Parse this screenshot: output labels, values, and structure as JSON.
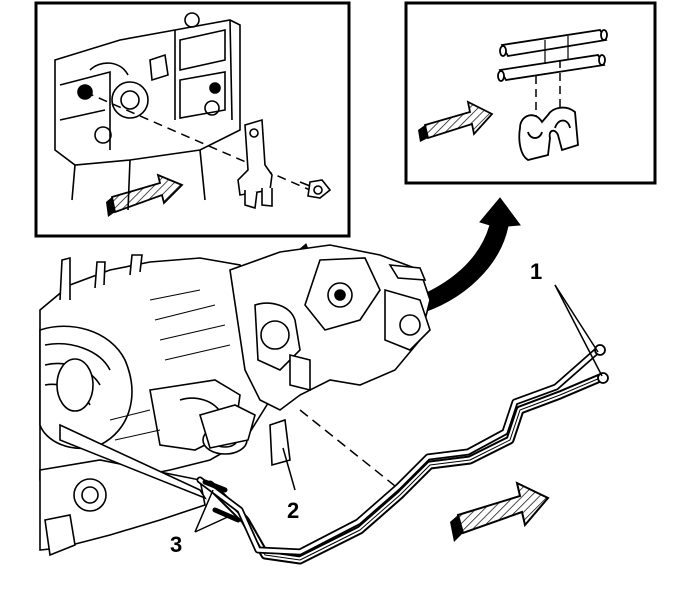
{
  "diagram": {
    "callouts": [
      {
        "id": "1",
        "label": "1"
      },
      {
        "id": "2",
        "label": "2"
      },
      {
        "id": "3",
        "label": "3"
      }
    ],
    "insets": [
      {
        "id": "inset-bracket-bolt",
        "icon": "bracket-bolt-detail"
      },
      {
        "id": "inset-pipe-clip",
        "icon": "pipe-clip-detail"
      }
    ],
    "colors": {
      "line": "#000000",
      "background": "#ffffff"
    }
  }
}
